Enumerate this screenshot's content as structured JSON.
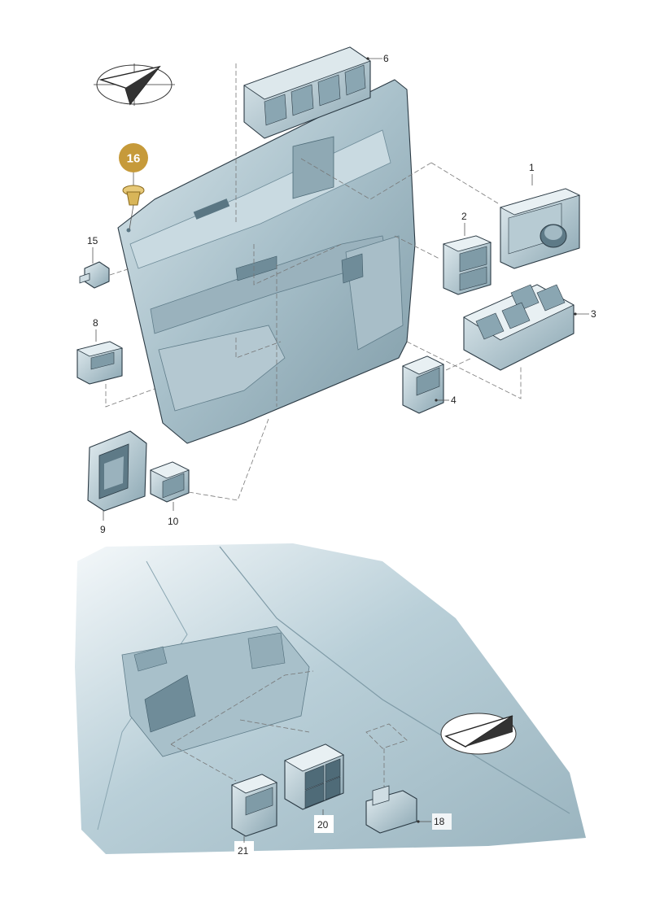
{
  "diagram": {
    "highlighted_part": "16",
    "callouts": [
      "1",
      "2",
      "3",
      "4",
      "6",
      "8",
      "9",
      "10",
      "15",
      "18",
      "20",
      "21"
    ],
    "colors": {
      "highlight": "#c69a3a",
      "part_fill": "#a9c0ca",
      "part_dark": "#6f8c99",
      "panel_fill": "#9fb7c2",
      "background_scene": "#cfdfe6"
    },
    "icons": [
      "direction-arrow-icon"
    ]
  }
}
